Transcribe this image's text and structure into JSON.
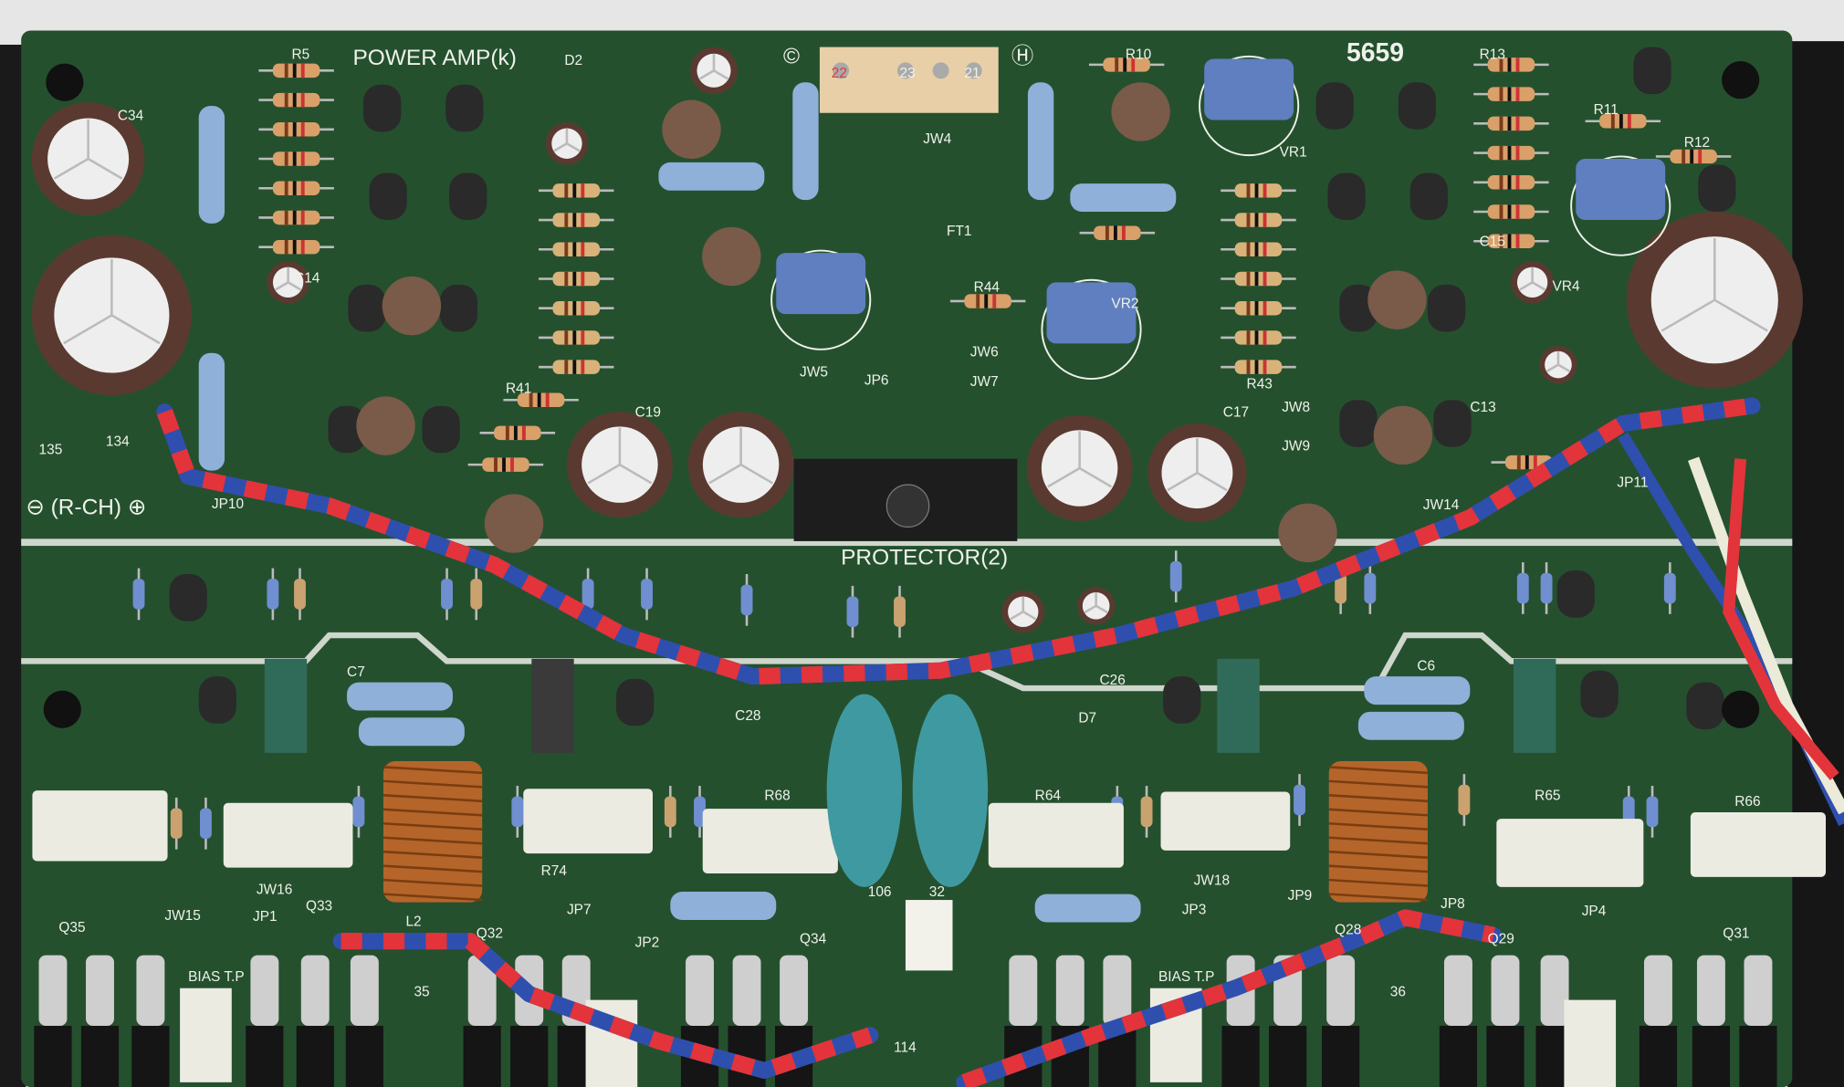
{
  "board": {
    "title": "POWER AMP(k)",
    "part_number": "5659",
    "section_label": "PROTECTOR(2)",
    "channel_label": "⊖ (R-CH) ⊕",
    "bias_tp_left": "BIAS T.P",
    "bias_tp_right": "BIAS T.P",
    "connector_pins": [
      "22",
      "23",
      "21"
    ],
    "corner_marks": [
      "©",
      "Ⓗ"
    ],
    "colors": {
      "pcb": "#25502e",
      "silkscreen": "#eef2ea",
      "wire_red": "#e2343a",
      "wire_blue": "#2f4fae",
      "cap_body": "#5a3a30",
      "coil": "#b5652a",
      "filter_cap": "#3e9aa0"
    }
  },
  "labels": [
    "VR1",
    "VR2",
    "VR4",
    "FT1",
    "JW4",
    "JW5",
    "JP6",
    "JW6",
    "JW7",
    "JW8",
    "JW9",
    "JW14",
    "JW15",
    "JW16",
    "JW18",
    "JP1",
    "JP2",
    "JP3",
    "JP4",
    "JP7",
    "JP8",
    "JP9",
    "JP10",
    "JP11",
    "L2",
    "Q33",
    "Q35",
    "Q32",
    "Q34",
    "Q28",
    "Q29",
    "Q31",
    "R68",
    "R64",
    "R65",
    "R66",
    "R74",
    "R44",
    "R43",
    "R41",
    "R5",
    "R10",
    "R13",
    "R11",
    "R12",
    "C34",
    "C14",
    "C19",
    "C17",
    "C15",
    "C13",
    "C28",
    "C26",
    "C6",
    "C7",
    "D2",
    "D7",
    "106",
    "32",
    "35",
    "36",
    "114",
    "134",
    "135"
  ]
}
